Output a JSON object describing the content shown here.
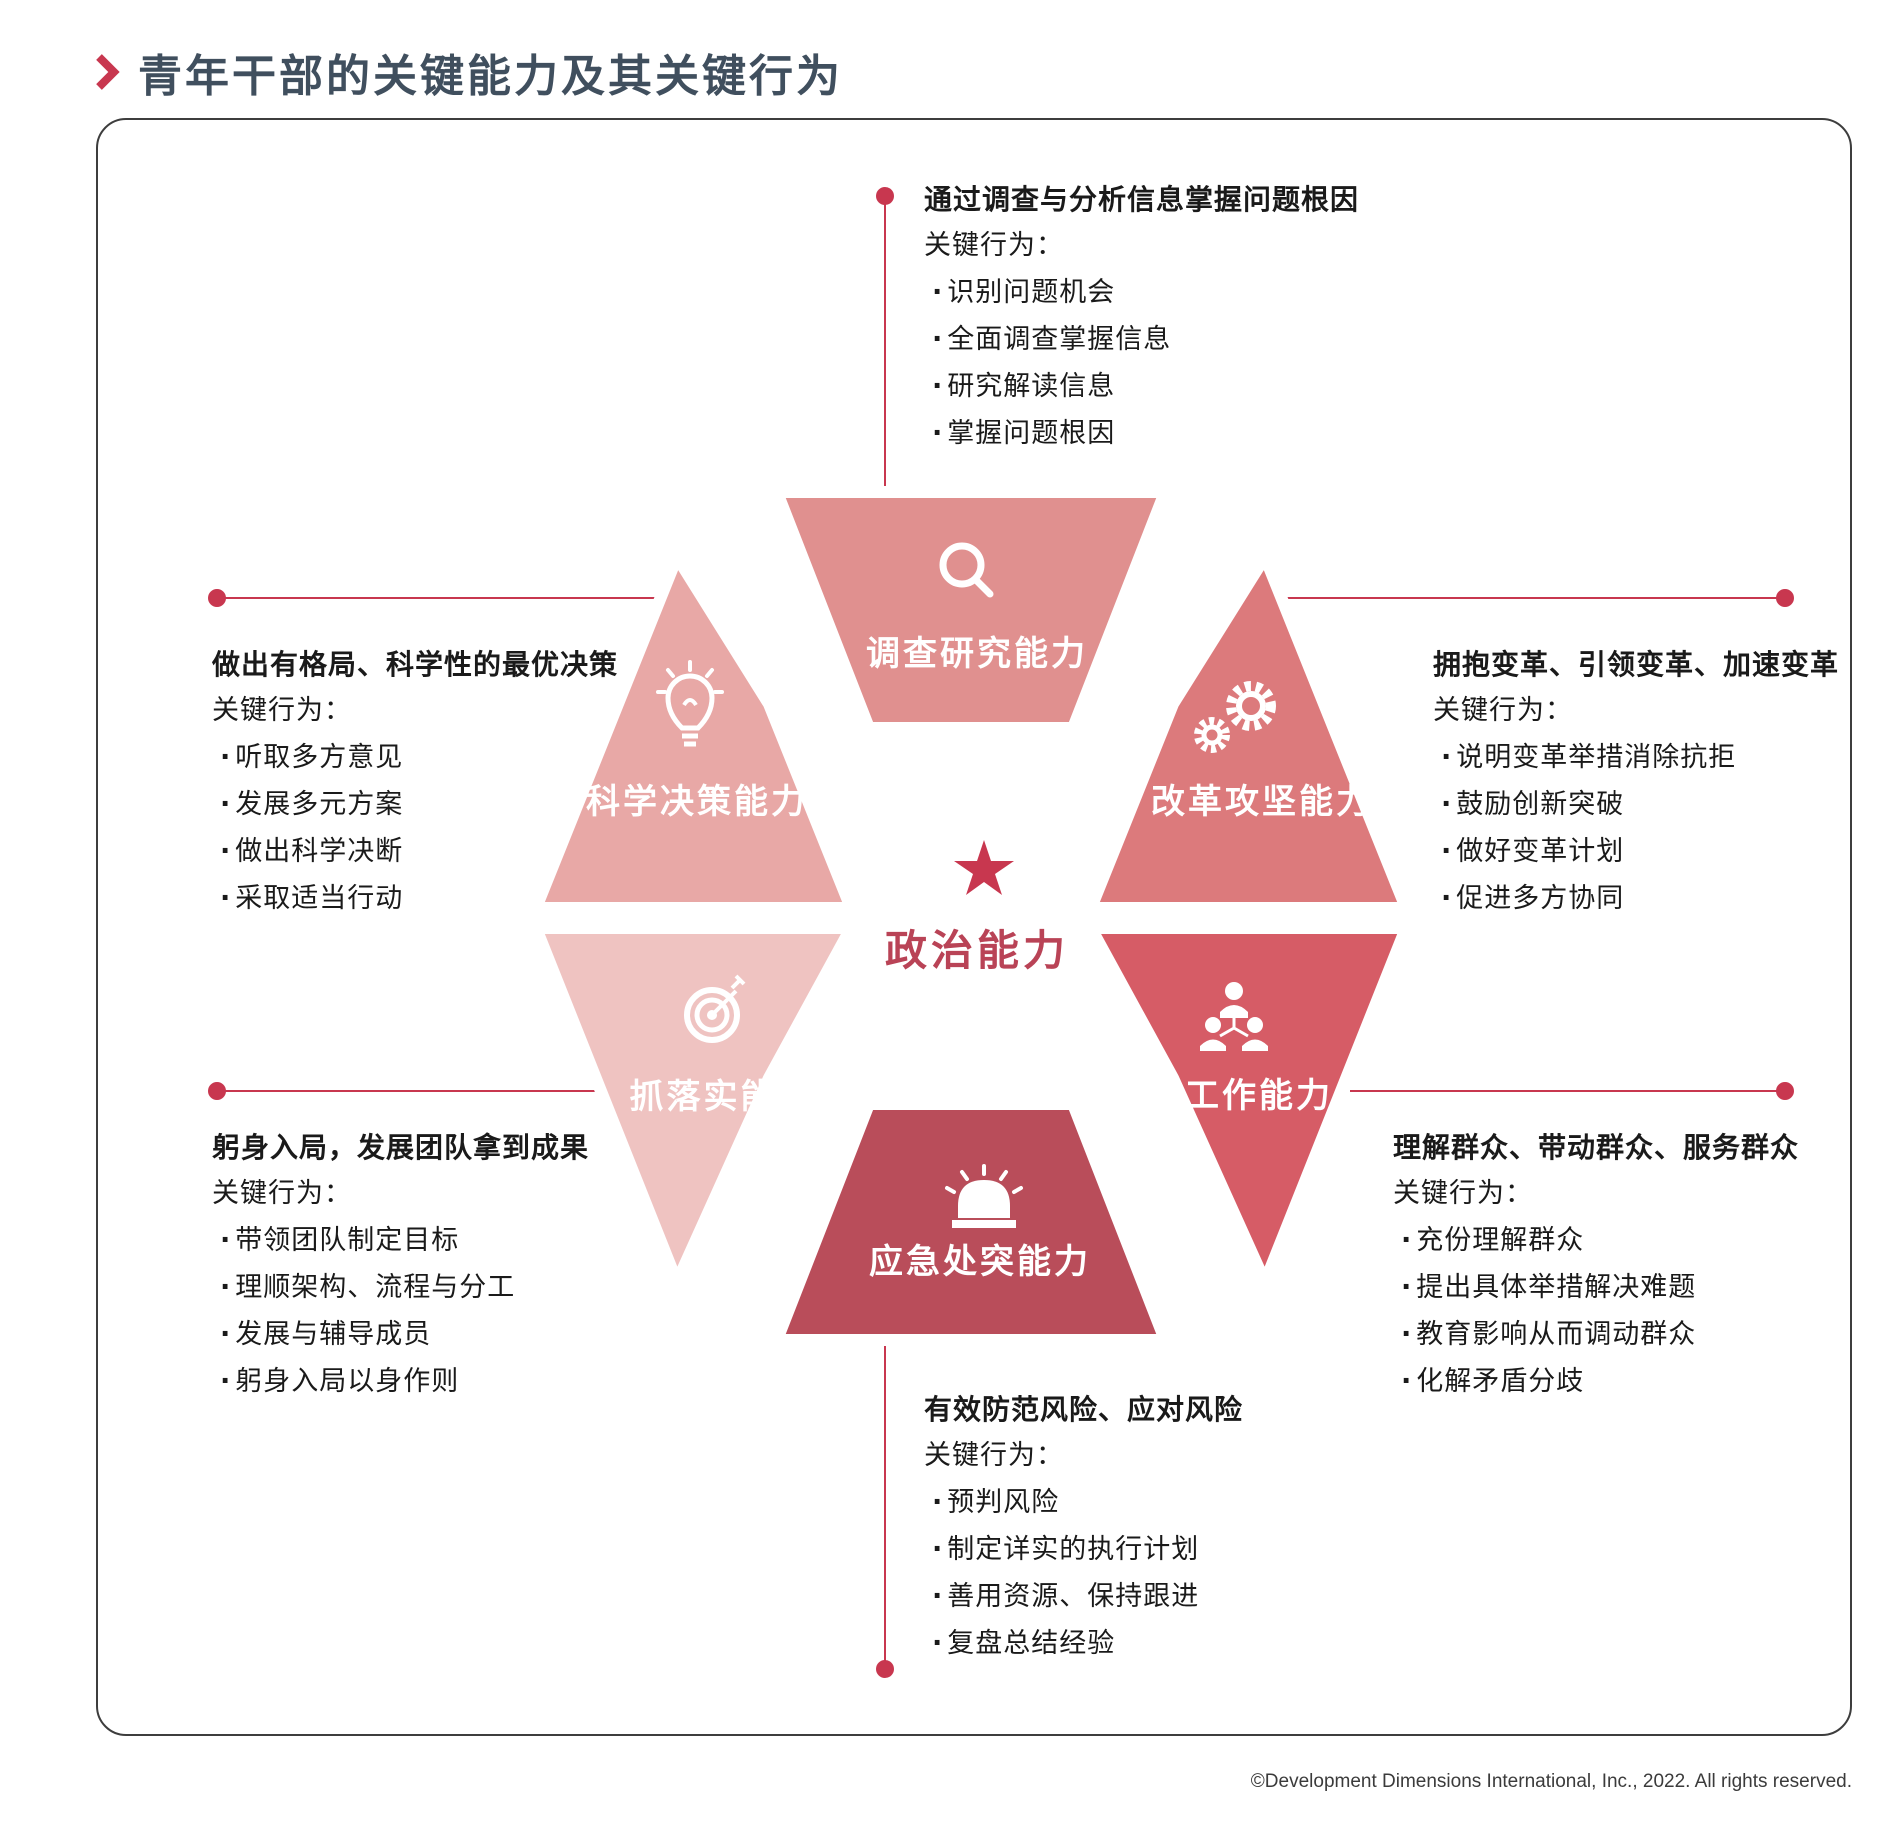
{
  "title": "青年干部的关键能力及其关键行为",
  "center": {
    "label": "政治能力",
    "icon": "star-icon"
  },
  "colors": {
    "accent": "#c8374f",
    "title": "#404f5e"
  },
  "segments": {
    "research": {
      "label": "调查研究能力",
      "icon": "search-icon",
      "color": "#e0908f"
    },
    "reform": {
      "label": "改革攻坚能力",
      "icon": "gears-icon",
      "color": "#dc7a7c"
    },
    "masses": {
      "label": "群众工作能力",
      "icon": "people-network-icon",
      "color": "#d65c66"
    },
    "emergency": {
      "label": "应急处突能力",
      "icon": "alarm-light-icon",
      "color": "#b94d5a"
    },
    "execution": {
      "label": "抓落实能力",
      "icon": "target-icon",
      "color": "#efc3c1"
    },
    "decision": {
      "label": "科学决策能力",
      "icon": "lightbulb-icon",
      "color": "#e8a8a6"
    }
  },
  "blocks": {
    "research": {
      "heading": "通过调查与分析信息掌握问题根因",
      "subheading": "关键行为：",
      "items": [
        "识别问题机会",
        "全面调查掌握信息",
        "研究解读信息",
        "掌握问题根因"
      ]
    },
    "reform": {
      "heading": "拥抱变革、引领变革、加速变革",
      "subheading": "关键行为：",
      "items": [
        "说明变革举措消除抗拒",
        "鼓励创新突破",
        "做好变革计划",
        "促进多方协同"
      ]
    },
    "masses": {
      "heading": "理解群众、带动群众、服务群众",
      "subheading": "关键行为：",
      "items": [
        "充份理解群众",
        "提出具体举措解决难题",
        "教育影响从而调动群众",
        "化解矛盾分歧"
      ]
    },
    "emergency": {
      "heading": "有效防范风险、应对风险",
      "subheading": "关键行为：",
      "items": [
        "预判风险",
        "制定详实的执行计划",
        "善用资源、保持跟进",
        "复盘总结经验"
      ]
    },
    "execution": {
      "heading": "躬身入局，发展团队拿到成果",
      "subheading": "关键行为：",
      "items": [
        "带领团队制定目标",
        "理顺架构、流程与分工",
        "发展与辅导成员",
        "躬身入局以身作则"
      ]
    },
    "decision": {
      "heading": "做出有格局、科学性的最优决策",
      "subheading": "关键行为：",
      "items": [
        "听取多方意见",
        "发展多元方案",
        "做出科学决断",
        "采取适当行动"
      ]
    }
  },
  "copyright": "©Development Dimensions International, Inc., 2022. All rights reserved."
}
